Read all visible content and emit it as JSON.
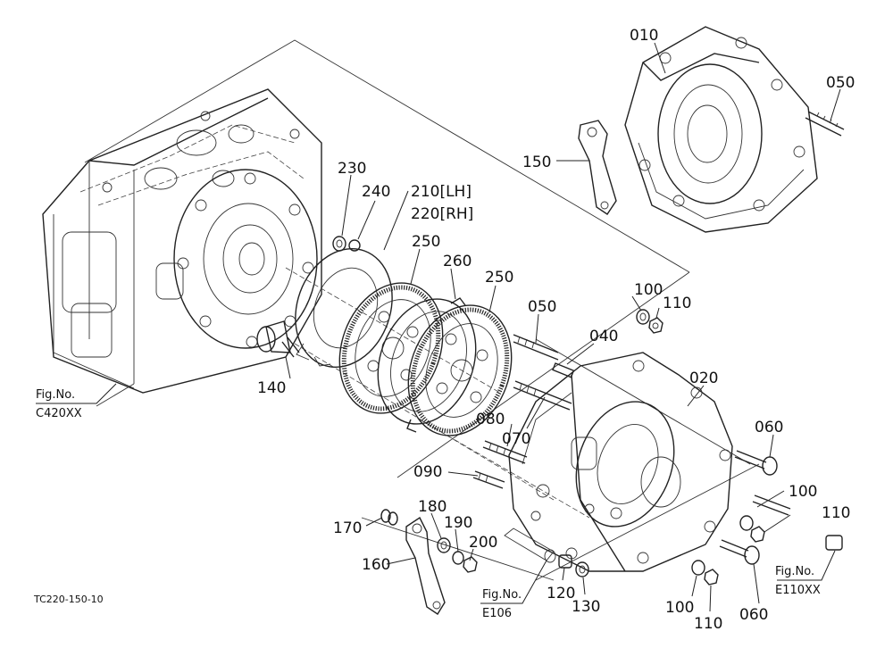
{
  "drawing_code": "TC220-150-10",
  "callouts": {
    "p010": "010",
    "p020": "020",
    "p040": "040",
    "p050a": "050",
    "p050b": "050",
    "p060a": "060",
    "p060b": "060",
    "p070": "070",
    "p080": "080",
    "p090": "090",
    "p100a": "100",
    "p100b": "100",
    "p100c": "100",
    "p110a": "110",
    "p110b": "110",
    "p110c": "110",
    "p120": "120",
    "p130": "130",
    "p140": "140",
    "p150": "150",
    "p160": "160",
    "p170": "170",
    "p180": "180",
    "p190": "190",
    "p200": "200",
    "p210": "210[LH]",
    "p220": "220[RH]",
    "p230": "230",
    "p240": "240",
    "p250a": "250",
    "p250b": "250",
    "p260": "260"
  },
  "refs": {
    "left": {
      "label": "Fig.No.",
      "code": "C420XX"
    },
    "middle": {
      "label": "Fig.No.",
      "code": "E106"
    },
    "right": {
      "label": "Fig.No.",
      "code": "E110XX"
    }
  }
}
